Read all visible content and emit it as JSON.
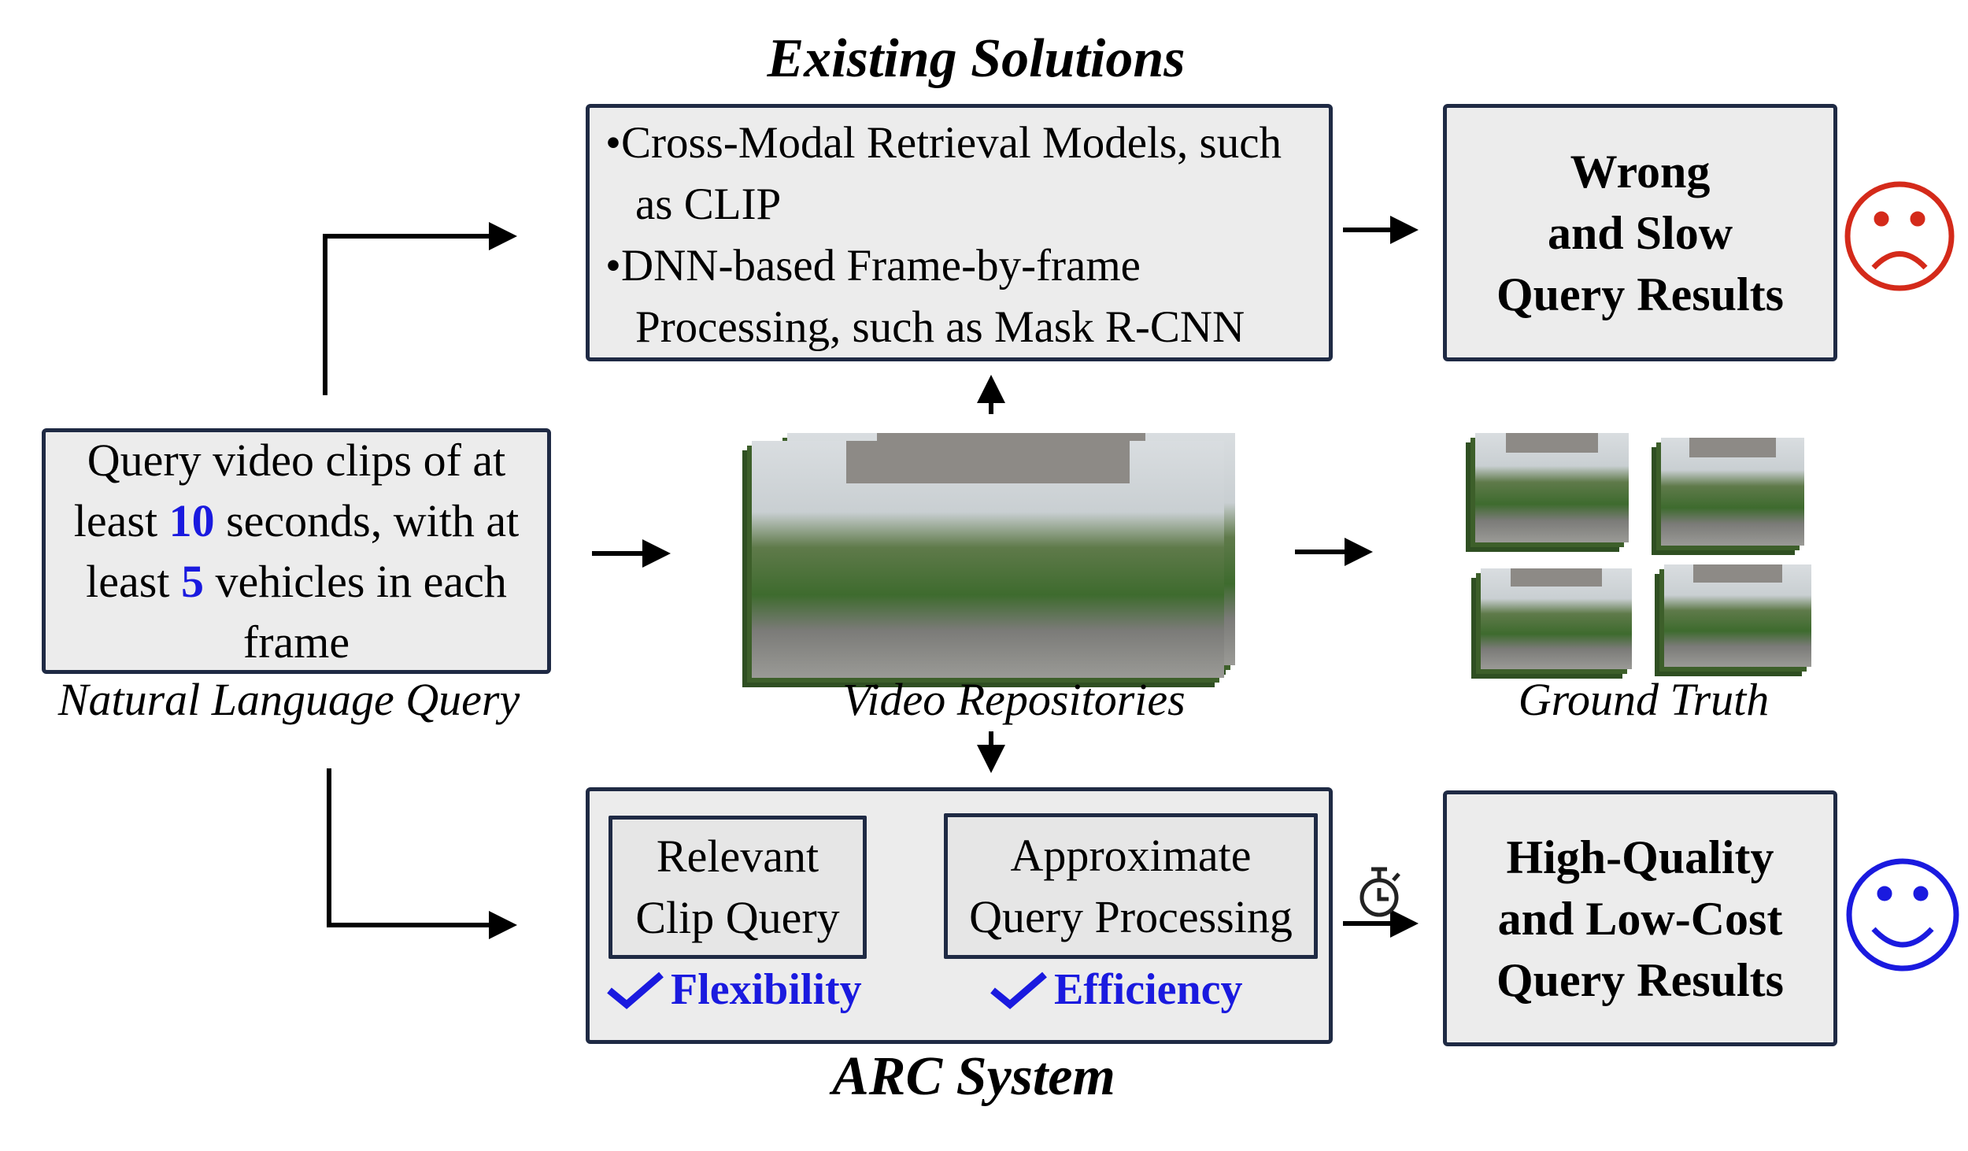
{
  "existing": {
    "title": "Existing Solutions",
    "bullets": [
      "Cross-Modal Retrieval Models, such as CLIP",
      "DNN-based Frame-by-frame Processing, such as Mask R-CNN"
    ],
    "bullet_symbol": "•"
  },
  "wrong_result": {
    "lines": [
      "Wrong",
      "and Slow",
      "Query Results"
    ],
    "face": "sad-face",
    "color": "#d42a1a"
  },
  "query": {
    "part1": "Query video clips of at least ",
    "num1": "10",
    "part2": " seconds, with at least ",
    "num2": "5",
    "part3": " vehicles in each frame",
    "caption": "Natural Language Query",
    "highlight_color": "#1a1adf"
  },
  "video": {
    "caption": "Video Repositories"
  },
  "ground_truth": {
    "caption": "Ground Truth"
  },
  "arc": {
    "title": "ARC System",
    "step1": "Relevant Clip Query",
    "step2": "Approximate Query Processing",
    "benefit1": "Flexibility",
    "benefit2": "Efficiency"
  },
  "good_result": {
    "lines": [
      "High-Quality",
      "and Low-Cost",
      "Query Results"
    ],
    "face": "smile-face",
    "color": "#1a1adf"
  }
}
